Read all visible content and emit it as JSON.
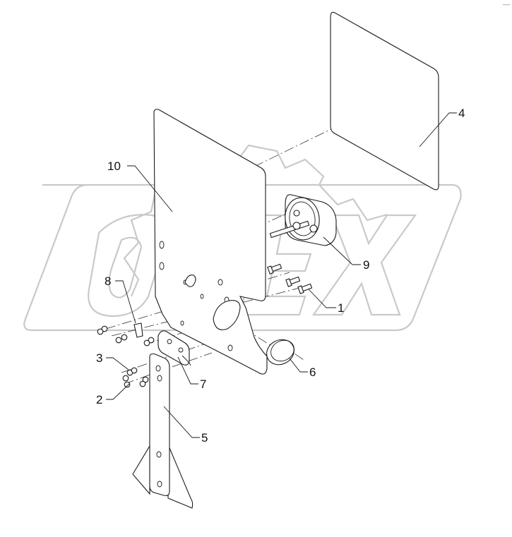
{
  "diagram": {
    "watermark": "OPEX",
    "corner_mark": "––",
    "callouts": [
      {
        "id": "1",
        "label": "1"
      },
      {
        "id": "2",
        "label": "2"
      },
      {
        "id": "3",
        "label": "3"
      },
      {
        "id": "4",
        "label": "4"
      },
      {
        "id": "5",
        "label": "5"
      },
      {
        "id": "6",
        "label": "6"
      },
      {
        "id": "7",
        "label": "7"
      },
      {
        "id": "8",
        "label": "8"
      },
      {
        "id": "9",
        "label": "9"
      },
      {
        "id": "10",
        "label": "10"
      }
    ]
  }
}
